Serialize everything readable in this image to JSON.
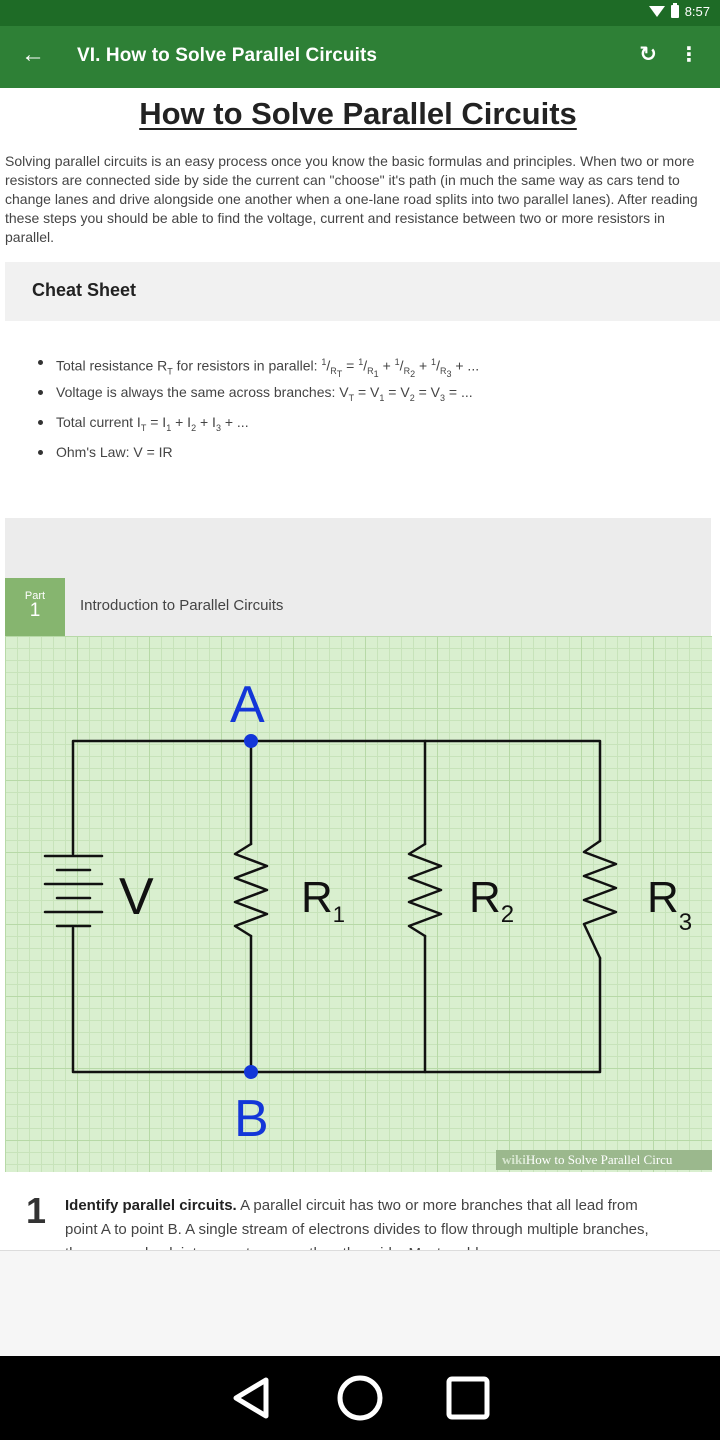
{
  "status_bar": {
    "time": "8:57"
  },
  "app_bar": {
    "title": "VI. How to Solve Parallel Circuits",
    "back_icon": "arrow-left-icon",
    "refresh_icon": "refresh-icon",
    "more_icon": "more-vertical-icon"
  },
  "article": {
    "title": "How to Solve Parallel Circuits",
    "intro": "Solving parallel circuits is an easy process once you know the basic formulas and principles. When two or more resistors are connected side by side the current can \"choose\" it's path (in much the same way as cars tend to change lanes and drive alongside one another when a one-lane road splits into two parallel lanes). After reading these steps you should be able to find the voltage, current and resistance between two or more resistors in parallel.",
    "cheat_sheet": {
      "heading": "Cheat Sheet",
      "items": [
        "Total resistance RT for resistors in parallel: 1/RT = 1/R1 + 1/R2 + 1/R3 + ...",
        "Voltage is always the same across branches: VT = V1 = V2 = V3 = ...",
        "Total current IT = I1 + I2 + I3 + ...",
        "Ohm's Law: V = IR"
      ]
    },
    "part": {
      "label": "Part",
      "number": "1",
      "title": "Introduction to Parallel Circuits"
    },
    "diagram": {
      "node_a": "A",
      "node_b": "B",
      "source_label": "V",
      "resistors": [
        "R1",
        "R2",
        "R3"
      ],
      "watermark_prefix": "wiki",
      "watermark_text": "How to Solve Parallel Circu"
    },
    "step": {
      "number": "1",
      "bold": "Identify parallel circuits.",
      "text": " A parallel circuit has two or more branches that all lead from point A to point B. A single stream of electrons divides to flow through multiple branches, then merge back into one stream on the other side. Most problems"
    }
  },
  "colors": {
    "status_bar": "#1e6b26",
    "app_bar": "#2e8036",
    "grid_bg": "#d9efcf",
    "part_box": "#86b56f",
    "node_blue": "#1336d8"
  }
}
